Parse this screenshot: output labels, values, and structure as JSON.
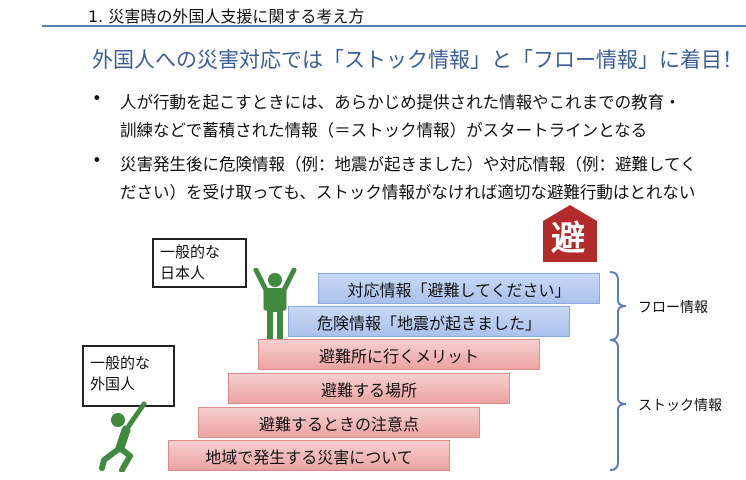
{
  "section_title": "1. 災害時の外国人支援に関する考え方",
  "heading": "外国人への災害対応では「ストック情報」と「フロー情報」に着目！",
  "bullets": [
    {
      "line1": "人が行動を起こすときには、あらかじめ提供された情報やこれまでの教育・",
      "line2": "訓練などで蓄積された情報（＝ストック情報）がスタートラインとなる"
    },
    {
      "line1": "災害発生後に危険情報（例：地震が起きました）や対応情報（例：避難してく",
      "line2": "ださい）を受け取っても、ストック情報がなければ適切な避難行動はとれない"
    }
  ],
  "bullet_symbol": "•",
  "diagram": {
    "shelter_sign": "避",
    "japanese_label": {
      "line1": "一般的な",
      "line2": "日本人"
    },
    "foreigner_label": {
      "line1": "一般的な",
      "line2": "外国人"
    },
    "flow_steps": [
      "対応情報「避難してください」",
      "危険情報「地震が起きました」"
    ],
    "stock_steps": [
      "避難所に行くメリット",
      "避難する場所",
      "避難するときの注意点",
      "地域で発生する災害について"
    ],
    "flow_label": "フロー情報",
    "stock_label": "ストック情報",
    "colors": {
      "sign": "#b32a2a",
      "figure": "#3f8a3f",
      "brace": "#5b7fb5"
    }
  }
}
